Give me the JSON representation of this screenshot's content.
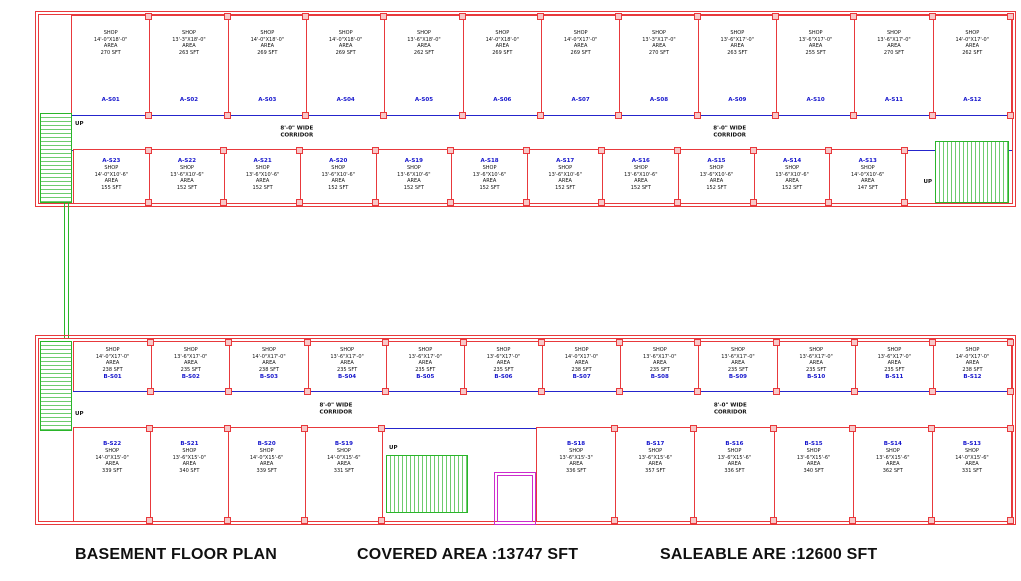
{
  "labels": {
    "shop": "SHOP",
    "area": "AREA",
    "up": "UP"
  },
  "corridor": {
    "line1": "8'-0\" WIDE",
    "line2": "CORRIDOR"
  },
  "footer": {
    "title": "BASEMENT FLOOR PLAN",
    "covered": "COVERED AREA :13747 SFT",
    "saleable": "SALEABLE ARE :12600 SFT"
  },
  "colors": {
    "wall": "#e8393c",
    "pier": "#f8c8c8",
    "shop_id": "#1515cc",
    "corridor_line": "#2525cc",
    "stair": "#2ab52a",
    "lift": "#cc2ccc",
    "text": "#111111"
  },
  "block_a": {
    "row1": [
      {
        "dims": "14'-0\"X18'-0\"",
        "area": "270 SFT",
        "id": "A-S01"
      },
      {
        "dims": "13'-3\"X18'-0\"",
        "area": "263 SFT",
        "id": "A-S02"
      },
      {
        "dims": "14'-0\"X18'-0\"",
        "area": "269 SFT",
        "id": "A-S03"
      },
      {
        "dims": "14'-0\"X18'-0\"",
        "area": "269 SFT",
        "id": "A-S04"
      },
      {
        "dims": "13'-6\"X18'-0\"",
        "area": "262 SFT",
        "id": "A-S05"
      },
      {
        "dims": "14'-0\"X18'-0\"",
        "area": "269 SFT",
        "id": "A-S06"
      },
      {
        "dims": "14'-0\"X17'-0\"",
        "area": "269 SFT",
        "id": "A-S07"
      },
      {
        "dims": "13'-3\"X17'-0\"",
        "area": "270 SFT",
        "id": "A-S08"
      },
      {
        "dims": "13'-6\"X17'-0\"",
        "area": "263 SFT",
        "id": "A-S09"
      },
      {
        "dims": "13'-6\"X17'-0\"",
        "area": "255 SFT",
        "id": "A-S10"
      },
      {
        "dims": "13'-6\"X17'-0\"",
        "area": "270 SFT",
        "id": "A-S11"
      },
      {
        "dims": "14'-0\"X17'-0\"",
        "area": "262 SFT",
        "id": "A-S12"
      }
    ],
    "row2": [
      {
        "id": "A-S23",
        "dims": "14'-0\"X10'-6\"",
        "area": "155 SFT"
      },
      {
        "id": "A-S22",
        "dims": "13'-6\"X10'-6\"",
        "area": "152 SFT"
      },
      {
        "id": "A-S21",
        "dims": "13'-6\"X10'-6\"",
        "area": "152 SFT"
      },
      {
        "id": "A-S20",
        "dims": "13'-6\"X10'-6\"",
        "area": "152 SFT"
      },
      {
        "id": "A-S19",
        "dims": "13'-6\"X10'-6\"",
        "area": "152 SFT"
      },
      {
        "id": "A-S18",
        "dims": "13'-6\"X10'-6\"",
        "area": "152 SFT"
      },
      {
        "id": "A-S17",
        "dims": "13'-6\"X10'-6\"",
        "area": "152 SFT"
      },
      {
        "id": "A-S16",
        "dims": "13'-6\"X10'-6\"",
        "area": "152 SFT"
      },
      {
        "id": "A-S15",
        "dims": "13'-6\"X10'-6\"",
        "area": "152 SFT"
      },
      {
        "id": "A-S14",
        "dims": "13'-6\"X10'-6\"",
        "area": "152 SFT"
      },
      {
        "id": "A-S13",
        "dims": "14'-0\"X10'-6\"",
        "area": "147 SFT"
      }
    ]
  },
  "block_b": {
    "row1": [
      {
        "dims": "14'-0\"X17'-0\"",
        "area": "238 SFT",
        "id": "B-S01"
      },
      {
        "dims": "13'-6\"X17'-0\"",
        "area": "235 SFT",
        "id": "B-S02"
      },
      {
        "dims": "14'-0\"X17'-0\"",
        "area": "238 SFT",
        "id": "B-S03"
      },
      {
        "dims": "13'-6\"X17'-0\"",
        "area": "235 SFT",
        "id": "B-S04"
      },
      {
        "dims": "13'-6\"X17'-0\"",
        "area": "235 SFT",
        "id": "B-S05"
      },
      {
        "dims": "13'-6\"X17'-0\"",
        "area": "235 SFT",
        "id": "B-S06"
      },
      {
        "dims": "14'-0\"X17'-0\"",
        "area": "238 SFT",
        "id": "B-S07"
      },
      {
        "dims": "13'-6\"X17'-0\"",
        "area": "235 SFT",
        "id": "B-S08"
      },
      {
        "dims": "13'-6\"X17'-0\"",
        "area": "235 SFT",
        "id": "B-S09"
      },
      {
        "dims": "13'-6\"X17'-0\"",
        "area": "235 SFT",
        "id": "B-S10"
      },
      {
        "dims": "13'-6\"X17'-0\"",
        "area": "235 SFT",
        "id": "B-S11"
      },
      {
        "dims": "14'-0\"X17'-0\"",
        "area": "238 SFT",
        "id": "B-S12"
      }
    ],
    "row2_left": [
      {
        "id": "B-S22",
        "dims": "14'-0\"X15'-0\"",
        "area": "339 SFT"
      },
      {
        "id": "B-S21",
        "dims": "13'-6\"X15'-0\"",
        "area": "340 SFT"
      },
      {
        "id": "B-S20",
        "dims": "14'-0\"X15'-6\"",
        "area": "339 SFT"
      },
      {
        "id": "B-S19",
        "dims": "14'-0\"X15'-6\"",
        "area": "331 SFT"
      }
    ],
    "row2_right": [
      {
        "id": "B-S18",
        "dims": "13'-6\"X15'-3\"",
        "area": "336 SFT"
      },
      {
        "id": "B-S17",
        "dims": "13'-6\"X15'-6\"",
        "area": "357 SFT"
      },
      {
        "id": "B-S16",
        "dims": "13'-6\"X15'-6\"",
        "area": "336 SFT"
      },
      {
        "id": "B-S15",
        "dims": "13'-6\"X15'-6\"",
        "area": "340 SFT"
      },
      {
        "id": "B-S14",
        "dims": "13'-6\"X15'-6\"",
        "area": "362 SFT"
      },
      {
        "id": "B-S13",
        "dims": "14'-0\"X15'-6\"",
        "area": "331 SFT"
      }
    ]
  }
}
